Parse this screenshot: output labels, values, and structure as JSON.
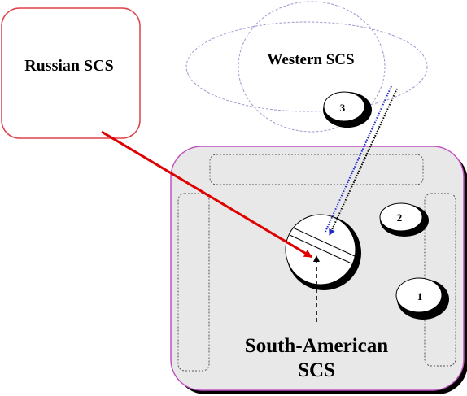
{
  "nodes": {
    "russian": {
      "label": "Russian SCS"
    },
    "western": {
      "label": "Western SCS"
    },
    "south_american": {
      "label_line1": "South-American",
      "label_line2": "SCS"
    }
  },
  "markers": {
    "m1": "1",
    "m2": "2",
    "m3": "3"
  },
  "colors": {
    "russian_border": "#e0404a",
    "western_border": "#9a9ad0",
    "sa_border": "#c050c0",
    "sa_fill": "#e8e8e8",
    "arrow_red": "#e00000",
    "arrow_blue": "#1e2acc"
  }
}
